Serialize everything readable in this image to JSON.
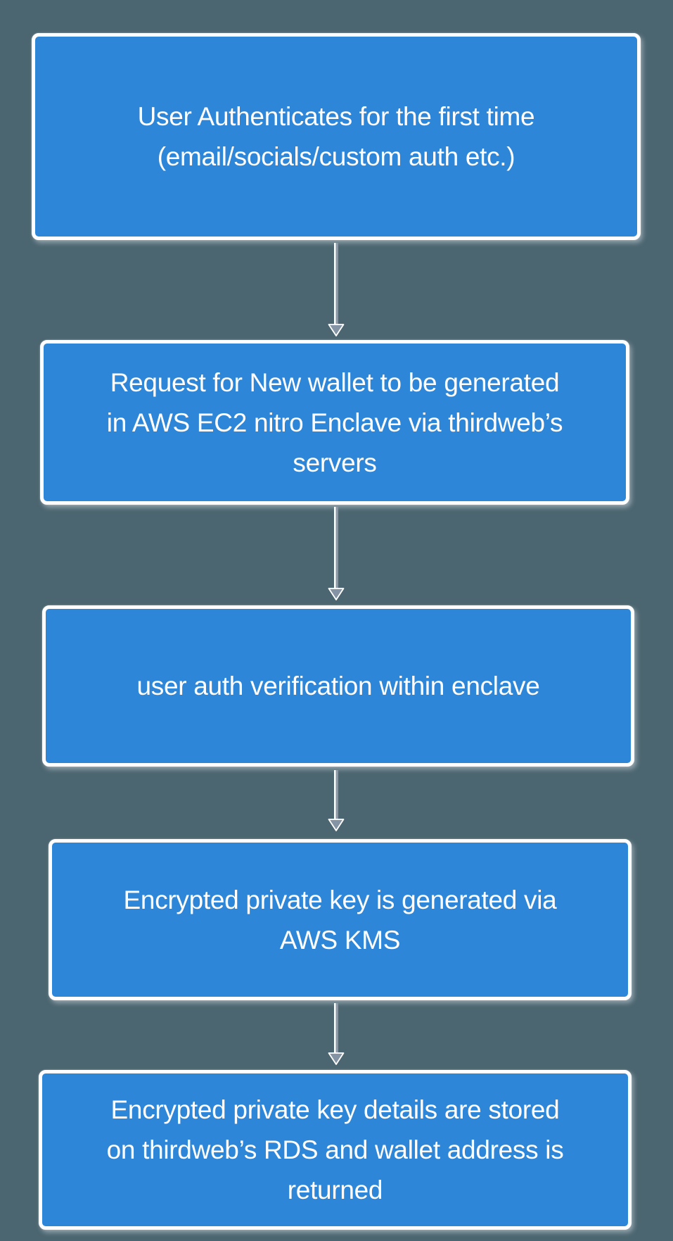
{
  "colors": {
    "background": "#4c6671",
    "box_fill": "#2e86d8",
    "box_border": "#ffffff",
    "text": "#ffffff",
    "arrow_shaft": "#8b99a6",
    "arrow_head": "#8494a4"
  },
  "flowchart": {
    "type": "vertical-flow",
    "steps": [
      {
        "id": "step-1",
        "text": "User Authenticates for the first time (email/socials/custom auth etc.)",
        "lines": [
          "User Authenticates for the first time",
          "(email/socials/custom auth etc.)"
        ]
      },
      {
        "id": "step-2",
        "text": "Request for New wallet to be generated in AWS EC2 nitro Enclave via thirdweb’s servers",
        "lines": [
          "Request for New wallet to be generated",
          "in AWS EC2 nitro Enclave via thirdweb’s",
          "servers"
        ]
      },
      {
        "id": "step-3",
        "text": "user auth verification within enclave",
        "lines": [
          "user auth verification within enclave"
        ]
      },
      {
        "id": "step-4",
        "text": "Encrypted private key is generated via AWS KMS",
        "lines": [
          "Encrypted private key is generated via",
          "AWS KMS"
        ]
      },
      {
        "id": "step-5",
        "text": "Encrypted private key details are stored on thirdweb’s RDS and wallet address is returned",
        "lines": [
          "Encrypted private key details are stored",
          "on thirdweb’s RDS and wallet address is",
          "returned"
        ]
      }
    ],
    "connectors": [
      {
        "from": "step-1",
        "to": "step-2",
        "direction": "down"
      },
      {
        "from": "step-2",
        "to": "step-3",
        "direction": "down"
      },
      {
        "from": "step-3",
        "to": "step-4",
        "direction": "down"
      },
      {
        "from": "step-4",
        "to": "step-5",
        "direction": "down"
      }
    ]
  }
}
